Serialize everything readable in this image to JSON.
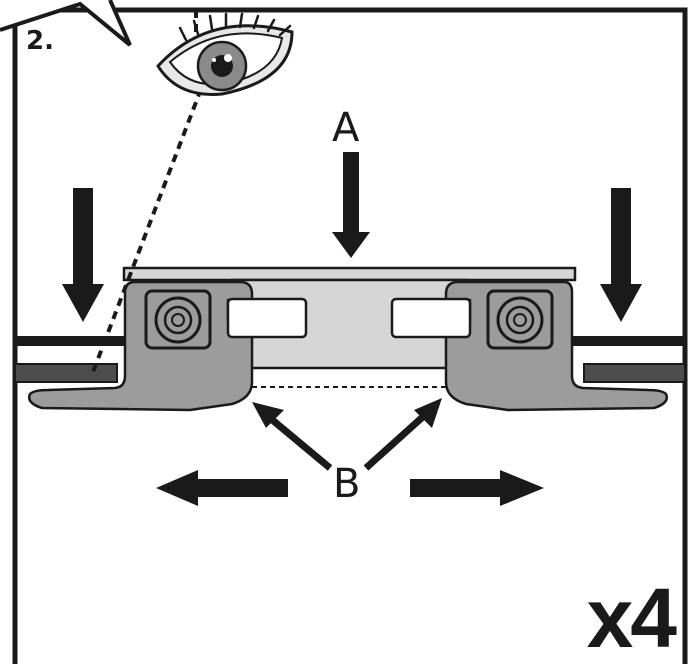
{
  "step_number": "2.",
  "callouts": {
    "a": "A",
    "b": "B"
  },
  "multiplier": "x4",
  "colors": {
    "ink": "#1a1a1a",
    "bracket": "#9c9c9c",
    "plate": "#d6d6d6",
    "rail": "#4d4d4d",
    "iris": "#8a8a8a"
  },
  "icons": [
    "eye-icon",
    "view-line",
    "arrow-down",
    "arrow-left",
    "arrow-right",
    "arrow-diagonal"
  ]
}
